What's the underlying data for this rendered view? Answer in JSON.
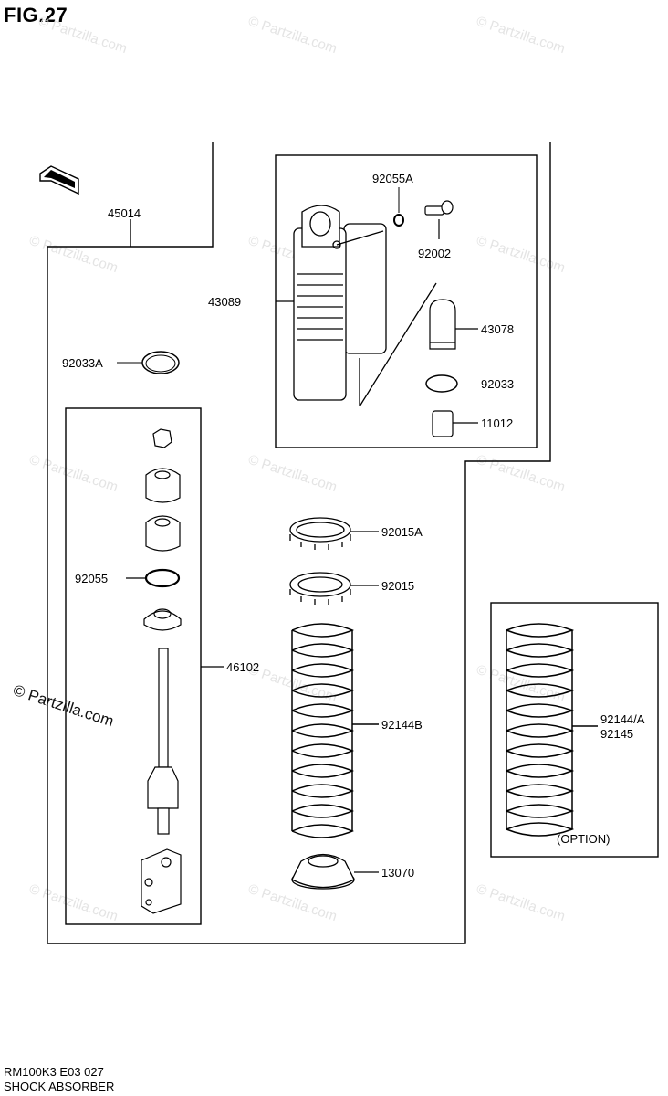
{
  "figure": {
    "title": "FIG.27"
  },
  "watermark": {
    "text": "© Partzilla.com"
  },
  "parts": {
    "p45014": "45014",
    "p92033A": "92033A",
    "p92055A": "92055A",
    "p92002": "92002",
    "p43089": "43089",
    "p43078": "43078",
    "p92033": "92033",
    "p11012": "11012",
    "p92055": "92055",
    "p46102": "46102",
    "p92015A": "92015A",
    "p92015": "92015",
    "p92144B": "92144B",
    "p13070": "13070",
    "p92144A": "92144/A",
    "p92145": "92145",
    "option": "(OPTION)"
  },
  "footer": {
    "code": "RM100K3 E03  027",
    "name": "SHOCK ABSORBER"
  },
  "icons": {
    "front_arrow": "front-direction-arrow-icon"
  }
}
